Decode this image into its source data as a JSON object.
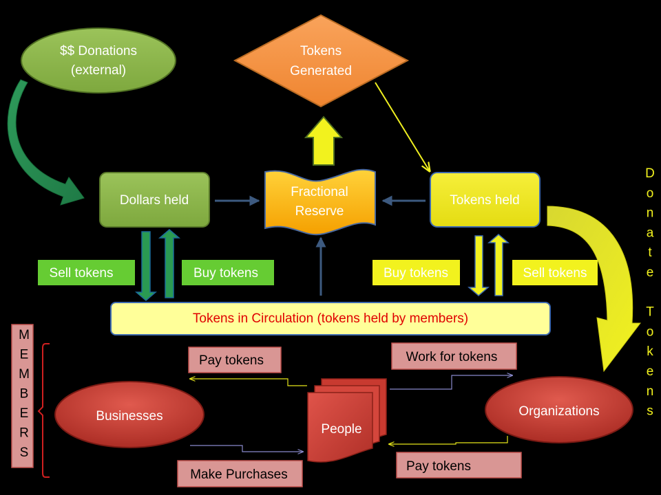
{
  "nodes": {
    "donations": [
      "$$ Donations",
      "(external)"
    ],
    "tokens_generated": [
      "Tokens",
      "Generated"
    ],
    "dollars_held": "Dollars held",
    "fractional_reserve": [
      "Fractional",
      "Reserve"
    ],
    "tokens_held": "Tokens held",
    "tokens_in_circulation": "Tokens in Circulation (tokens held by members)",
    "businesses": "Businesses",
    "people": "People",
    "organizations": "Organizations"
  },
  "labels": {
    "sell_tokens_left": "Sell tokens",
    "buy_tokens_left": "Buy tokens",
    "buy_tokens_right": "Buy tokens",
    "sell_tokens_right": "Sell tokens",
    "pay_tokens_top": "Pay tokens",
    "work_for_tokens": "Work for tokens",
    "make_purchases": "Make Purchases",
    "pay_tokens_bottom": "Pay tokens"
  },
  "members_letters": [
    "M",
    "E",
    "M",
    "B",
    "E",
    "R",
    "S"
  ],
  "donate_tokens_letters": [
    "D",
    "o",
    "n",
    "a",
    "t",
    "e",
    "",
    "T",
    "o",
    "k",
    "e",
    "n",
    "s"
  ],
  "colors": {
    "green_fill": "#8cb64a",
    "orange_fill": "#f79646",
    "yellow_fill": "#f0e81c",
    "light_yellow_fill": "#ffff99",
    "red_fill": "#c0392b",
    "pink_fill": "#d99694",
    "bright_green_fill": "#66cc33",
    "navy_arrow": "#3d5a80"
  }
}
